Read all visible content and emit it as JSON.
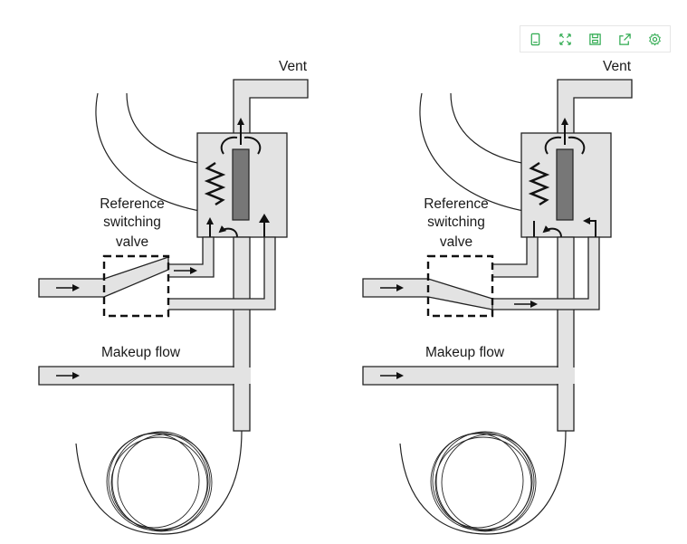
{
  "toolbar": {
    "buttons": [
      {
        "name": "data-view-icon"
      },
      {
        "name": "zoom-icon"
      },
      {
        "name": "save-image-icon"
      },
      {
        "name": "share-icon"
      },
      {
        "name": "settings-icon"
      }
    ],
    "accent_color": "#2eaa4f"
  },
  "diagrams": [
    {
      "state": "left",
      "vent_label": "Vent",
      "valve_label_lines": [
        "Reference",
        "switching",
        "valve"
      ],
      "makeup_label": "Makeup flow"
    },
    {
      "state": "right",
      "vent_label": "Vent",
      "valve_label_lines": [
        "Reference",
        "switching",
        "valve"
      ],
      "makeup_label": "Makeup flow"
    }
  ]
}
